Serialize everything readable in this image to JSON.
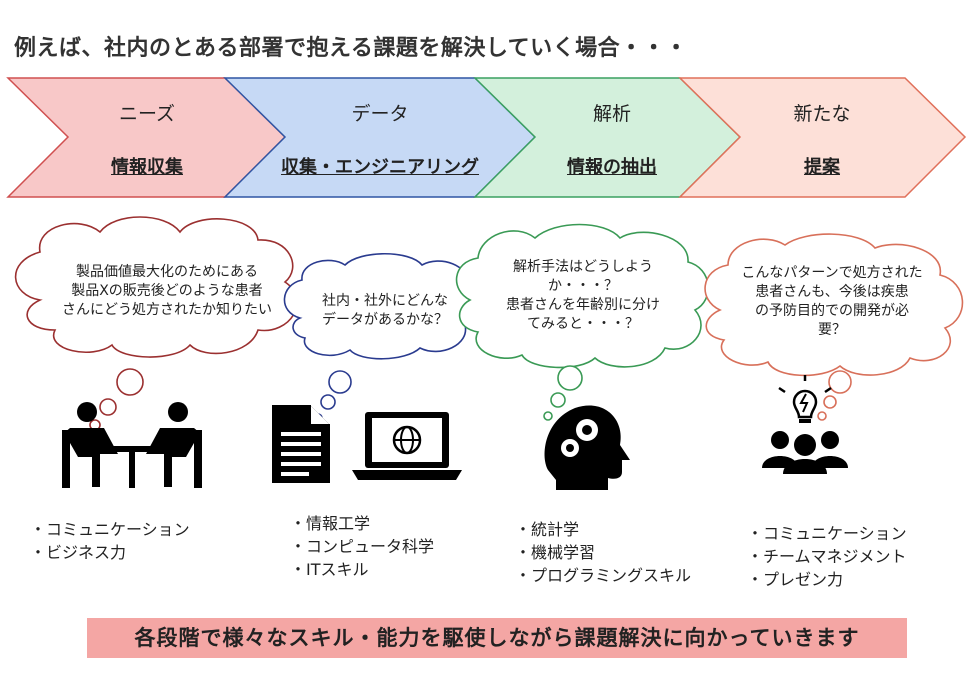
{
  "title": "例えば、社内のとある部署で抱える課題を解決していく場合・・・",
  "stages": [
    {
      "label": "ニーズ",
      "sub": "情報収集",
      "fill": "#f8c8c8",
      "stroke": "#d05050"
    },
    {
      "label": "データ",
      "sub": "収集・エンジニアリング",
      "fill": "#c6d9f5",
      "stroke": "#2f55a4"
    },
    {
      "label": "解析",
      "sub": "情報の抽出",
      "fill": "#d3f0dc",
      "stroke": "#3aa060"
    },
    {
      "label": "新たな",
      "sub": "提案",
      "fill": "#fde0d8",
      "stroke": "#e0705a"
    }
  ],
  "bubbles": [
    {
      "lines": [
        "製品価値最大化のためにある",
        "製品Xの販売後どのような患者",
        "さんにどう処方されたか知りたい"
      ],
      "stroke": "#9b3030"
    },
    {
      "lines": [
        "社内・社外にどんな",
        "データがあるかな？"
      ],
      "stroke": "#2a3b8f"
    },
    {
      "lines": [
        "解析手法はどうしよう",
        "か・・・？",
        "患者さんを年齢別に分け",
        "てみると・・・？"
      ],
      "stroke": "#3a9a55"
    },
    {
      "lines": [
        "こんなパターンで処方された",
        "患者さんも、今後は疾患",
        "の予防目的での開発が必",
        "要？"
      ],
      "stroke": "#d8705a"
    }
  ],
  "skills": [
    [
      "・コミュニケーション",
      "・ビジネス力"
    ],
    [
      "・情報工学",
      "・コンピュータ科学",
      "・ITスキル"
    ],
    [
      "・統計学",
      "・機械学習",
      "・プログラミングスキル"
    ],
    [
      "・コミュニケーション",
      "・チームマネジメント",
      "・プレゼン力"
    ]
  ],
  "icons": [
    "meeting-people-icon",
    "document-icon",
    "laptop-globe-icon",
    "head-gears-icon",
    "team-idea-icon"
  ],
  "banner": "各段階で様々なスキル・能力を駆使しながら課題解決に向かっていきます"
}
